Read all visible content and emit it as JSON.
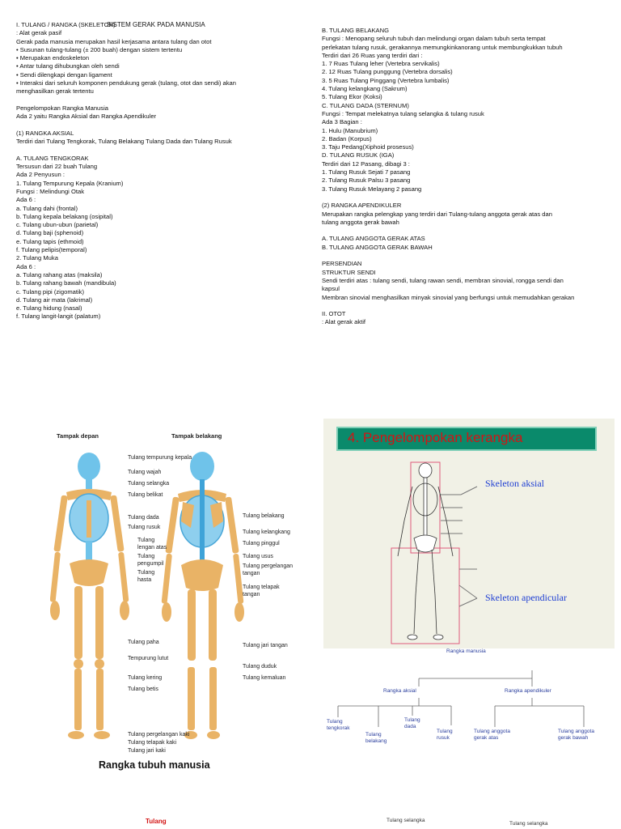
{
  "title": "SISTEM GERAK PADA MANUSIA",
  "left_lines": [
    "I.     TULANG / RANGKA (SKELETON)",
    "         :  Alat gerak pasif",
    "Gerak pada manusia merupakan hasil kerjasama antara tulang dan otot",
    "•      Susunan tulang-tulang (± 200 buah) dengan sistem tertentu",
    "•      Merupakan endoskeleton",
    "•      Antar tulang dihubungkan oleh sendi",
    "•      Sendi dilengkapi dengan ligament",
    "•      Interaksi dari seluruh komponen pendukung gerak (tulang, otot dan sendi) akan",
    "        menghasilkan gerak tertentu",
    "",
    "Pengelompokan Rangka Manusia",
    "Ada 2 yaitu Rangka Aksial dan Rangka Apendikuler",
    "",
    "(1)     RANGKA AKSIAL",
    "         Terdiri dari Tulang Tengkorak, Tulang Belakang Tulang Dada dan Tulang Rusuk",
    "",
    "A.      TULANG TENGKORAK",
    "         Tersusun dari 22 buah Tulang",
    "         Ada 2 Penyusun :",
    "         1.    Tulang Tempurung Kepala  (Kranium)",
    "                Fungsi : Melindungi Otak",
    "                   Ada 6 :",
    "                a.  Tulang dahi (frontal)",
    "                b.  Tulang kepala belakang (osipital)",
    "                c.  Tulang ubun-ubun (parietal)",
    "                d.  Tulang baji (sphenoid)",
    "                e.  Tulang tapis (ethmoid)",
    "                f.   Tulang pelipis(temporal)",
    "         2.    Tulang Muka",
    "                   Ada 6 :",
    "                a.  Tulang rahang atas (maksila)",
    "                b.  Tulang rahang bawah (mandibula)",
    "                c.  Tulang pipi (zigomatik)",
    "                d.  Tulang air mata (lakrimal)",
    "                e.  Tulang hidung (nasal)",
    "                f.   Tulang langit-langit (palatum)"
  ],
  "right_lines": [
    "B.      TULANG BELAKANG",
    "         Fungsi  : Menopang seluruh tubuh dan melindungi organ dalam tubuh serta tempat",
    "         perlekatan tulang rusuk, gerakannya memungkinkanorang untuk membungkukkan tubuh",
    "         Terdiri dari 26 Ruas yang terdiri dari :",
    "         1.    7 Ruas Tulang leher (Vertebra servikalis)",
    "         2.    12 Ruas Tulang punggung (Vertebra dorsalis)",
    "         3.    5 Ruas Tulang Pinggang (Vertebra lumbalis)",
    "         4.    Tulang kelangkang (Sakrum)",
    "         5.    Tulang Ekor (Koksi)",
    "C.      TULANG DADA (STERNUM)",
    "         Fungsi : Tempat melekatnya tulang selangka & tulang rusuk",
    "         Ada 3 Bagian :",
    "         1.    Hulu (Manubrium)",
    "         2.    Badan (Korpus)",
    "         3.    Taju Pedang(Xiphoid prosesus)",
    "D.      TULANG RUSUK (IGA)",
    "         Terdiri dari 12 Pasang, dibagi 3 :",
    "         1.    Tulang Rusuk Sejati  7 pasang",
    "         2.    Tulang Rusuk Palsu  3 pasang",
    "         3.    Tulang Rusuk Melayang 2 pasang",
    "",
    "(2)     RANGKA APENDIKULER",
    "                   Merupakan rangka pelengkap yang terdiri dari Tulang-tulang anggota gerak atas dan",
    "         tulang anggota gerak bawah",
    "",
    "A.      TULANG ANGGOTA GERAK ATAS",
    "B.      TULANG ANGGOTA GERAK BAWAH",
    "",
    "PERSENDIAN",
    "STRUKTUR SENDI",
    "Sendi terdiri atas : tulang sendi, tulang rawan sendi, membran sinovial, rongga sendi dan",
    "kapsul",
    "Membran sinovial menghasilkan minyak sinovial yang berfungsi untuk memudahkan gerakan",
    "",
    "II.     OTOT",
    "         :  Alat gerak aktif"
  ],
  "figure1": {
    "view_front": "Tampak depan",
    "view_back": "Tampak belakang",
    "labels_center": [
      "Tulang tempurung kepala",
      "Tulang wajah",
      "Tulang selangka",
      "Tulang belikat",
      "Tulang dada",
      "Tulang rusuk",
      "Tulang",
      "lengan atas",
      "Tulang",
      "pengumpil",
      "Tulang",
      "hasta",
      "Tulang paha",
      "Tempurung lutut",
      "Tulang kering",
      "Tulang betis",
      "Tulang pergelangan kaki",
      "Tulang telapak kaki",
      "Tulang jari kaki"
    ],
    "labels_right": [
      "Tulang belakang",
      "Tulang kelangkang",
      "Tulang pinggul",
      "Tulang usus",
      "Tulang pergelangan",
      "tangan",
      "Tulang telapak",
      "tangan",
      "Tulang jari tangan",
      "Tulang duduk",
      "Tulang kemaluan"
    ],
    "caption": "Rangka tubuh manusia"
  },
  "figure2": {
    "heading": "4. Pengelompokan kerangka",
    "label_axial": "Skeleton aksial",
    "label_apendicular": "Skeleton apendicular"
  },
  "diagram": {
    "root": "Rangka manusia",
    "axial": "Rangka aksial",
    "apendikuler": "Rangka apendikuler",
    "axial_children": [
      "Tulang tengkorak",
      "Tulang belakang",
      "Tulang dada",
      "Tulang rusuk"
    ],
    "apend_children": [
      "Tulang anggota gerak atas",
      "Tulang anggota gerak bawah"
    ]
  },
  "bottom": {
    "tulang": "Tulang",
    "selangka1": "Tulang selangka",
    "selangka2": "Tulang selangka"
  },
  "colors": {
    "bone": "#e9b366",
    "blue": "#6fc3ea",
    "heading_red": "#d21414",
    "heading_bg": "#0a8a6b",
    "skeleton_label": "#1f3fd3"
  }
}
